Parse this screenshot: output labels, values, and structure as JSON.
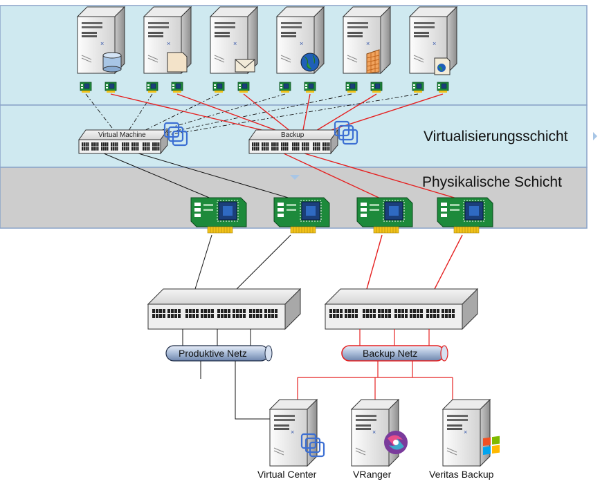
{
  "layers": {
    "virtual": "Virtualisierungsschicht",
    "physical": "Physikalische Schicht"
  },
  "virtual_switches": [
    {
      "id": "vm",
      "label": "Virtual Machine"
    },
    {
      "id": "backup",
      "label": "Backup"
    }
  ],
  "networks": [
    {
      "id": "prod",
      "label": "Produktive Netz"
    },
    {
      "id": "backup",
      "label": "Backup Netz"
    }
  ],
  "bottom_servers": [
    {
      "id": "vc",
      "label": "Virtual Center",
      "icon": "vmware-icon"
    },
    {
      "id": "vranger",
      "label": "VRanger",
      "icon": "vranger-swirl-icon"
    },
    {
      "id": "veritas",
      "label": "Veritas Backup",
      "icon": "windows-flag-icon"
    }
  ],
  "virtual_machines": [
    {
      "id": "vm1",
      "icon": "database-icon"
    },
    {
      "id": "vm2",
      "icon": "document-icon"
    },
    {
      "id": "vm3",
      "icon": "mail-icon"
    },
    {
      "id": "vm4",
      "icon": "globe-icon"
    },
    {
      "id": "vm5",
      "icon": "firewall-icon"
    },
    {
      "id": "vm6",
      "icon": "web-document-icon"
    }
  ],
  "colors": {
    "virtual_layer_bg": "#cfe9f0",
    "physical_layer_bg": "#cdcdcd",
    "layer_border": "#8aa3c8",
    "backup_link": "#e52020",
    "production_link": "#111111",
    "nic_green": "#1d8a3b"
  }
}
